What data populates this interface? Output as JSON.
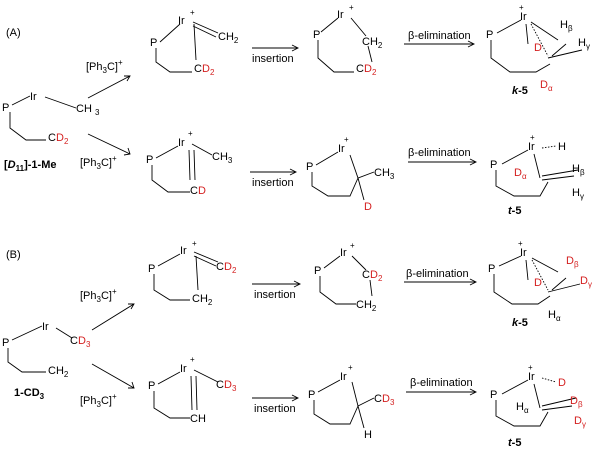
{
  "sections": {
    "a_tag": "(A)",
    "b_tag": "(B)"
  },
  "reagent": {
    "trityl": "[Ph",
    "trityl_sub": "3",
    "trityl_end": "C]",
    "plus": "+"
  },
  "steps": {
    "insertion": "insertion",
    "beta": "β-elimination"
  },
  "atoms": {
    "P": "P",
    "Ir": "Ir",
    "C": "C",
    "D": "D",
    "H": "H",
    "CH": "CH",
    "CH2": "CH",
    "CH3": "CH",
    "CD2": "CD",
    "CD3": "CD",
    "two": "2",
    "three": "3",
    "alpha": "α",
    "beta": "β",
    "gamma": "γ"
  },
  "compounds": {
    "a_start_bracket": "[",
    "a_start_D": "D",
    "a_start_11": "11",
    "a_start_rest": "]-1-Me",
    "b_start": "1-CD",
    "b_start_sub": "3",
    "k5": "k",
    "t5": "t",
    "five": "-5"
  },
  "colors": {
    "isotope": "#d42020",
    "ink": "#000000"
  }
}
